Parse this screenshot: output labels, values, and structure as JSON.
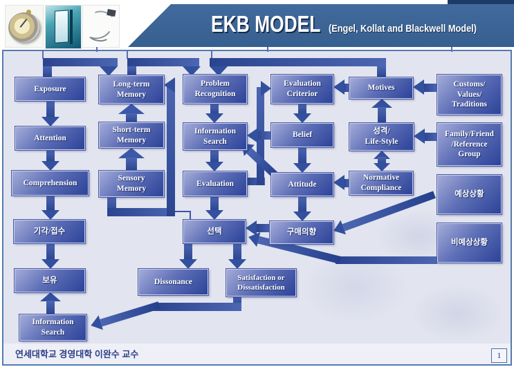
{
  "slide": {
    "header": {
      "title": "EKB MODEL",
      "subtitle": "(Engel, Kollat and Blackwell Model)",
      "images": [
        {
          "name": "compass-photo"
        },
        {
          "name": "teal-door-photo"
        },
        {
          "name": "machine-sketch-photo"
        }
      ]
    },
    "footer": {
      "credit": "연세대학교 경영대학 이완수 교수",
      "page_number": "1"
    },
    "colors": {
      "header_band": "#3b6493",
      "header_strip_dark": "#1e3a66",
      "content_bg": "#e2e4ef",
      "box_gradient_light": "#a3abd8",
      "box_gradient_dark": "#2c4399",
      "arrow": "#32509e",
      "frame_border": "#527bad",
      "footer_text": "#2f3f85"
    },
    "diagram": {
      "boxes": [
        {
          "id": "exposure",
          "label": "Exposure"
        },
        {
          "id": "attention",
          "label": "Attention"
        },
        {
          "id": "comprehension",
          "label": "Comprehension"
        },
        {
          "id": "rejection-acceptance",
          "label": "기각/접수"
        },
        {
          "id": "retention",
          "label": "보유"
        },
        {
          "id": "information-search-bottom",
          "label": "Information\nSearch"
        },
        {
          "id": "long-term-memory",
          "label": "Long-term\nMemory"
        },
        {
          "id": "short-term-memory",
          "label": "Short-term\nMemory"
        },
        {
          "id": "sensory-memory",
          "label": "Sensory\nMemory"
        },
        {
          "id": "problem-recognition",
          "label": "Problem\nRecognition"
        },
        {
          "id": "information-search",
          "label": "Information\nSearch"
        },
        {
          "id": "evaluation",
          "label": "Evaluation"
        },
        {
          "id": "choice",
          "label": "선택"
        },
        {
          "id": "dissonance",
          "label": "Dissonance"
        },
        {
          "id": "satisfaction-dissatisfaction",
          "label": "Satisfaction or\nDissatisfaction"
        },
        {
          "id": "evaluation-criterior",
          "label": "Evaluation\nCriterior"
        },
        {
          "id": "belief",
          "label": "Belief"
        },
        {
          "id": "attitude",
          "label": "Attitude"
        },
        {
          "id": "purchase-intention",
          "label": "구매의향"
        },
        {
          "id": "motives",
          "label": "Motives"
        },
        {
          "id": "personality-lifestyle",
          "label": "성격/\nLife-Style"
        },
        {
          "id": "normative-compliance",
          "label": "Normative\nCompliance"
        },
        {
          "id": "customs-values-traditions",
          "label": "Customs/\nValues/\nTraditions"
        },
        {
          "id": "family-friend-reference-group",
          "label": "Family/Friend\n/Reference\nGroup"
        },
        {
          "id": "anticipated-situation",
          "label": "예상상황"
        },
        {
          "id": "unanticipated-situation",
          "label": "비예상상황"
        }
      ]
    }
  }
}
